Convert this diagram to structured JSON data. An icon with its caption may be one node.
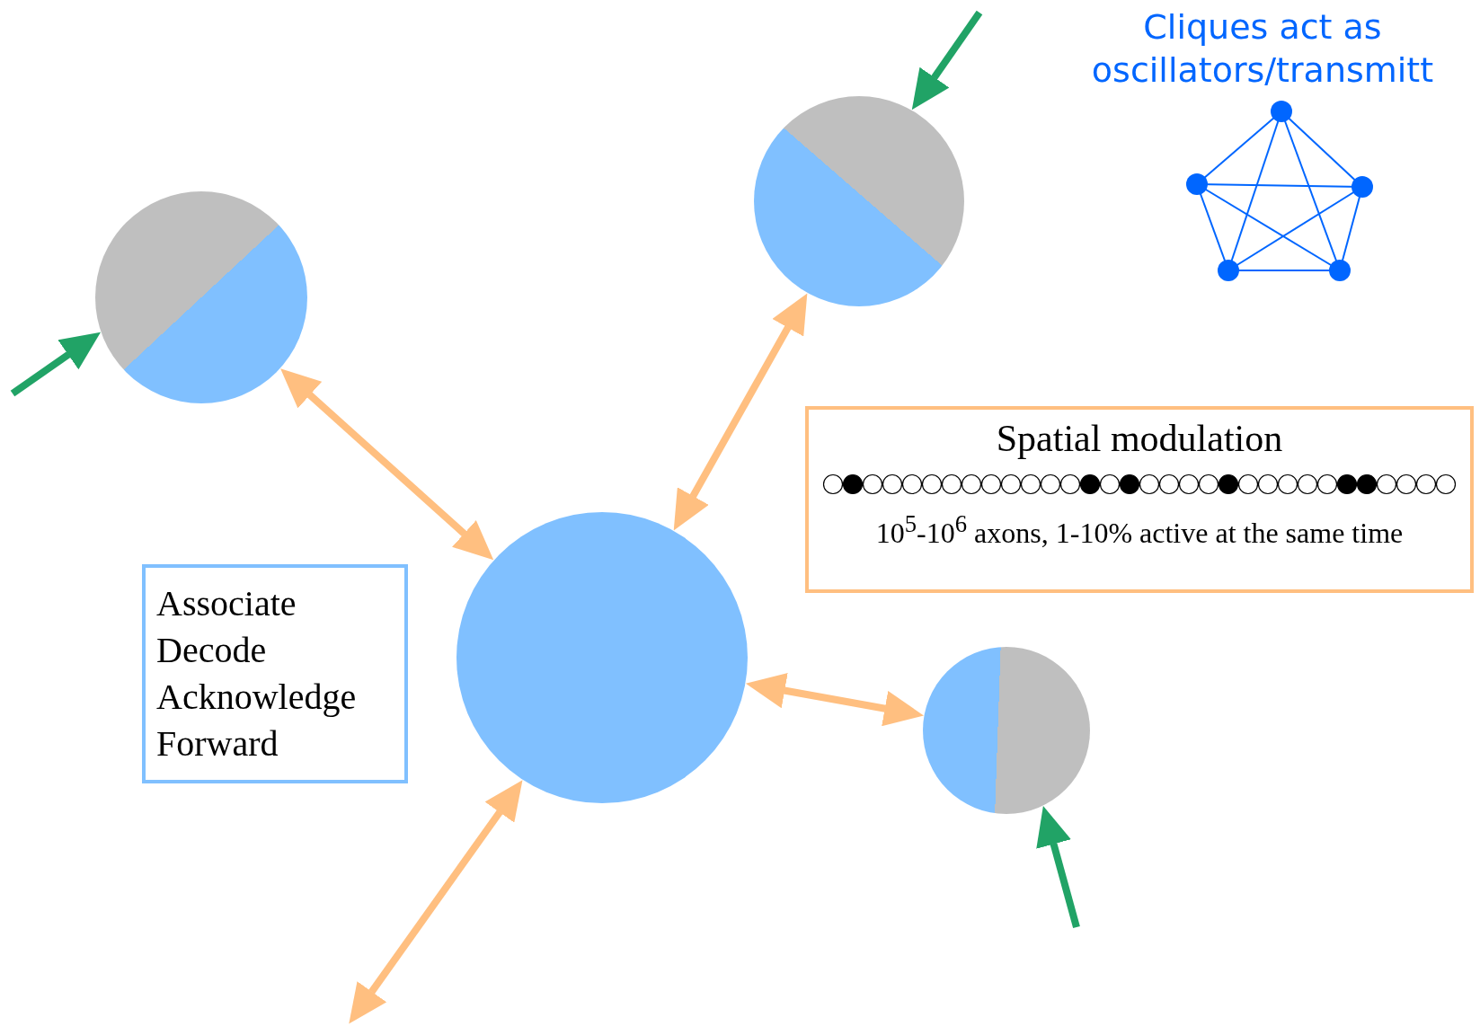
{
  "diagram": {
    "nodes": [
      {
        "text": [],
        "shape": "circle"
      },
      {
        "text": [],
        "shape": "circle"
      },
      {
        "text": [],
        "shape": "circle"
      },
      {
        "text": [],
        "shape": "circle"
      },
      {
        "text": [
          "Associate",
          "Decode",
          "Acknowledge",
          "Forward"
        ]
      },
      {
        "text": [
          "Spatial modulation",
          "10$^{5}$-10$^{6}$ axons, 1-10% active at the same time"
        ]
      }
    ],
    "edges": [
      {
        "from": 0,
        "to": 1,
        "arrow": "both"
      },
      {
        "from": 0,
        "to": 2,
        "arrow": "both"
      },
      {
        "from": 0,
        "to": 3,
        "arrow": "both"
      },
      {
        "from": 0,
        "to": null,
        "arrow": "both"
      },
      {
        "from": null,
        "to": 1,
        "arrow": "to",
        "color": "#21a366"
      },
      {
        "from": null,
        "to": 2,
        "arrow": "to",
        "color": "#21a366"
      },
      {
        "from": null,
        "to": 3,
        "arrow": "to",
        "color": "#21a366"
      }
    ],
    "labels": [
      "Cliques act as oscillators/transmitt"
    ]
  }
}
